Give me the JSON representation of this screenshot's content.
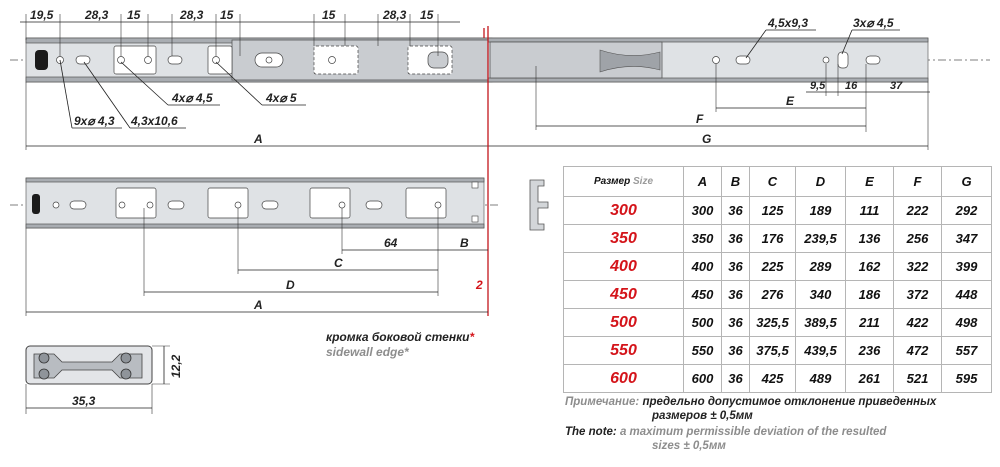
{
  "top_view": {
    "dims": {
      "d1": "19,5",
      "d2": "28,3",
      "d3": "15",
      "d4": "28,3",
      "d5": "15",
      "d6": "15",
      "d7": "28,3",
      "d8": "15",
      "slot_right": "4,5x9,3",
      "holes_right": "3x⌀ 4,5",
      "dim_95": "9,5",
      "dim_16": "16",
      "dim_37": "37",
      "label_E": "E",
      "label_F": "F",
      "label_G": "G",
      "label_A": "A",
      "holes_a": "4x⌀ 4,5",
      "holes_b": "4x⌀ 5",
      "holes_c": "9x⌀ 4,3",
      "slot_c": "4,3x10,6"
    }
  },
  "side_view": {
    "dims": {
      "d64": "64",
      "label_B": "B",
      "label_C": "C",
      "label_D": "D",
      "label_A": "A",
      "gap": "2"
    }
  },
  "profile": {
    "width": "35,3",
    "height": "12,2"
  },
  "sidewall": {
    "ru": "кромка боковой стенки",
    "asterisk": "*",
    "en": "sidewall edge",
    "en_asterisk": "*"
  },
  "table": {
    "header": {
      "size_ru": "Размер",
      "size_en": "Size",
      "cols": [
        "A",
        "B",
        "C",
        "D",
        "E",
        "F",
        "G"
      ]
    },
    "rows": [
      {
        "size": "300",
        "vals": [
          "300",
          "36",
          "125",
          "189",
          "111",
          "222",
          "292"
        ]
      },
      {
        "size": "350",
        "vals": [
          "350",
          "36",
          "176",
          "239,5",
          "136",
          "256",
          "347"
        ]
      },
      {
        "size": "400",
        "vals": [
          "400",
          "36",
          "225",
          "289",
          "162",
          "322",
          "399"
        ]
      },
      {
        "size": "450",
        "vals": [
          "450",
          "36",
          "276",
          "340",
          "186",
          "372",
          "448"
        ]
      },
      {
        "size": "500",
        "vals": [
          "500",
          "36",
          "325,5",
          "389,5",
          "211",
          "422",
          "498"
        ]
      },
      {
        "size": "550",
        "vals": [
          "550",
          "36",
          "375,5",
          "439,5",
          "236",
          "472",
          "557"
        ]
      },
      {
        "size": "600",
        "vals": [
          "600",
          "36",
          "425",
          "489",
          "261",
          "521",
          "595"
        ]
      }
    ]
  },
  "notes": {
    "ru_label": "Примечание:",
    "ru_text_1": "предельно допустимое отклонение приведенных",
    "ru_text_2": "размеров ± 0,5мм",
    "en_label": "The note:",
    "en_text_1": "a maximum permissible deviation of the resulted",
    "en_text_2": "sizes ± 0,5мм"
  }
}
